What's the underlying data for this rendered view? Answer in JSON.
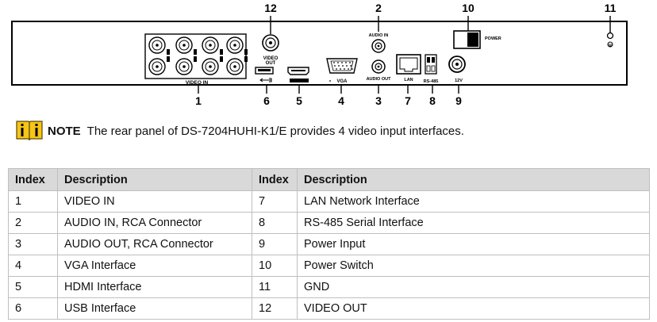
{
  "panel": {
    "labels": {
      "video_in": "VIDEO IN",
      "video_out_line1": "VIDEO",
      "video_out_line2": "OUT",
      "audio_in": "AUDIO IN",
      "audio_out": "AUDIO OUT",
      "vga": "VGA",
      "lan": "LAN",
      "rs485": "RS-485",
      "power_input": "12V",
      "power": "POWER"
    },
    "callouts": [
      "1",
      "2",
      "3",
      "4",
      "5",
      "6",
      "7",
      "8",
      "9",
      "10",
      "11",
      "12"
    ]
  },
  "note": {
    "title": "NOTE",
    "text": "The rear panel of DS-7204HUHI-K1/E provides 4 video input interfaces."
  },
  "table": {
    "headers": [
      "Index",
      "Description",
      "Index",
      "Description"
    ],
    "rows": [
      [
        "1",
        "VIDEO IN",
        "7",
        "LAN Network Interface"
      ],
      [
        "2",
        "AUDIO IN, RCA Connector",
        "8",
        "RS-485 Serial Interface"
      ],
      [
        "3",
        "AUDIO OUT, RCA Connector",
        "9",
        "Power Input"
      ],
      [
        "4",
        "VGA Interface",
        "10",
        "Power Switch"
      ],
      [
        "5",
        "HDMI Interface",
        "11",
        "GND"
      ],
      [
        "6",
        "USB Interface",
        "12",
        "VIDEO OUT"
      ]
    ]
  },
  "colors": {
    "note_icon": "#f5c518",
    "header_bg": "#d9d9d9"
  }
}
